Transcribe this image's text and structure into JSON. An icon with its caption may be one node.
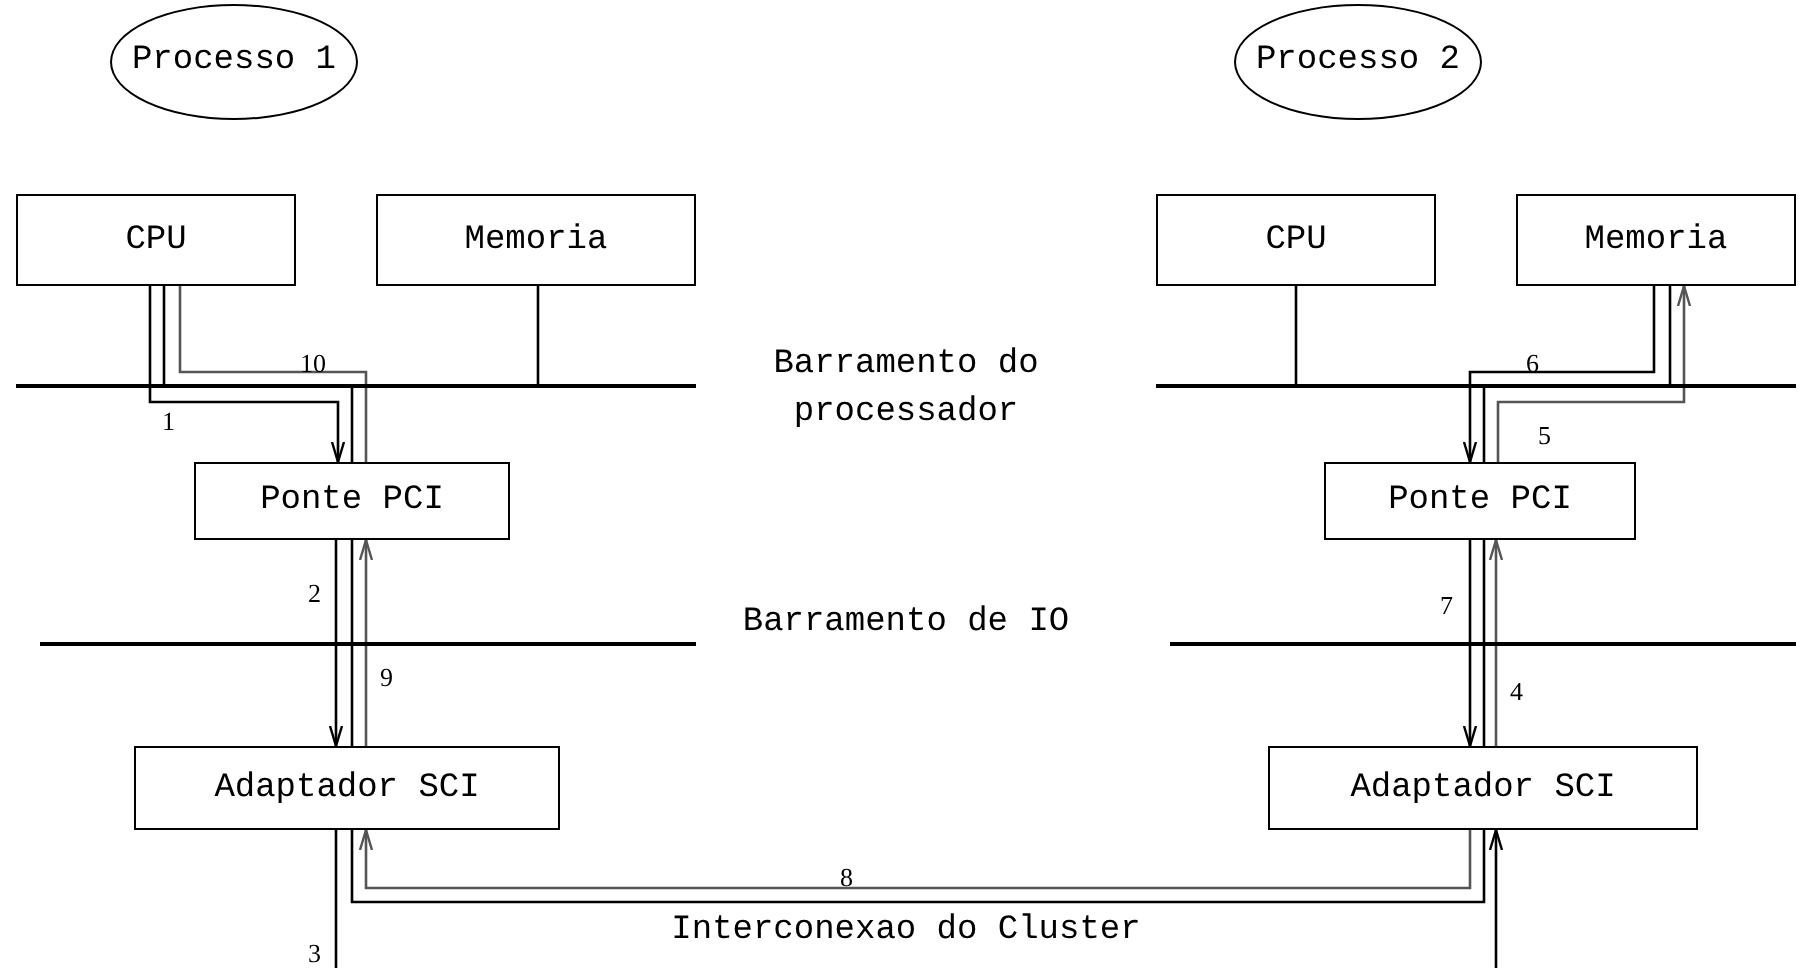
{
  "diagram": {
    "nodes": [
      {
        "text": [
          "Processo 1"
        ]
      },
      {
        "text": [
          "Processo 2"
        ]
      },
      {
        "text": [
          "CPU"
        ]
      },
      {
        "text": [
          "Memoria"
        ]
      },
      {
        "text": [
          "CPU"
        ]
      },
      {
        "text": [
          "Memoria"
        ]
      },
      {
        "text": [
          "Ponte PCI"
        ]
      },
      {
        "text": [
          "Ponte PCI"
        ]
      },
      {
        "text": [
          "Adaptador SCI"
        ]
      },
      {
        "text": [
          "Adaptador SCI"
        ]
      },
      {
        "text": [],
        "shape": "bar"
      },
      {
        "text": [],
        "shape": "bar"
      },
      {
        "text": [],
        "shape": "bar"
      },
      {
        "text": [],
        "shape": "bar"
      }
    ],
    "edges": [
      {
        "from": 2,
        "to": 6,
        "arrow": "to",
        "label": "1"
      },
      {
        "from": 6,
        "to": 8,
        "arrow": "to",
        "label": "2"
      },
      {
        "from": 8,
        "to": null,
        "arrow": "none",
        "label": "3"
      },
      {
        "from": null,
        "to": 9,
        "arrow": "to"
      },
      {
        "from": 9,
        "to": 7,
        "arrow": "to",
        "label": "4",
        "color": "#555555"
      },
      {
        "from": 7,
        "to": 5,
        "arrow": "to",
        "label": "5",
        "color": "#555555"
      },
      {
        "from": 5,
        "to": 7,
        "arrow": "to",
        "label": "6"
      },
      {
        "from": 7,
        "to": 9,
        "arrow": "to",
        "label": "7"
      },
      {
        "from": 9,
        "to": 8,
        "arrow": "to",
        "label": "8",
        "color": "#555555"
      },
      {
        "from": 8,
        "to": 6,
        "arrow": "to",
        "label": "9",
        "color": "#555555"
      },
      {
        "from": 6,
        "to": 2,
        "arrow": "none",
        "label": "10",
        "color": "#555555"
      },
      {
        "from": 2,
        "to": 10,
        "arrow": "none"
      },
      {
        "from": 3,
        "to": 10,
        "arrow": "none"
      },
      {
        "from": 4,
        "to": 11,
        "arrow": "none"
      },
      {
        "from": 5,
        "to": 11,
        "arrow": "none"
      },
      {
        "from": 10,
        "to": 6,
        "arrow": "none"
      },
      {
        "from": 11,
        "to": 7,
        "arrow": "none"
      },
      {
        "from": 6,
        "to": 12,
        "arrow": "none"
      },
      {
        "from": 12,
        "to": 8,
        "arrow": "none"
      },
      {
        "from": 7,
        "to": 13,
        "arrow": "none"
      },
      {
        "from": 13,
        "to": 9,
        "arrow": "none"
      },
      {
        "from": 8,
        "to": 9,
        "arrow": "none"
      }
    ],
    "labels": [
      "Barramento do processador",
      "Barramento de IO",
      "Interconexao do Cluster"
    ]
  }
}
